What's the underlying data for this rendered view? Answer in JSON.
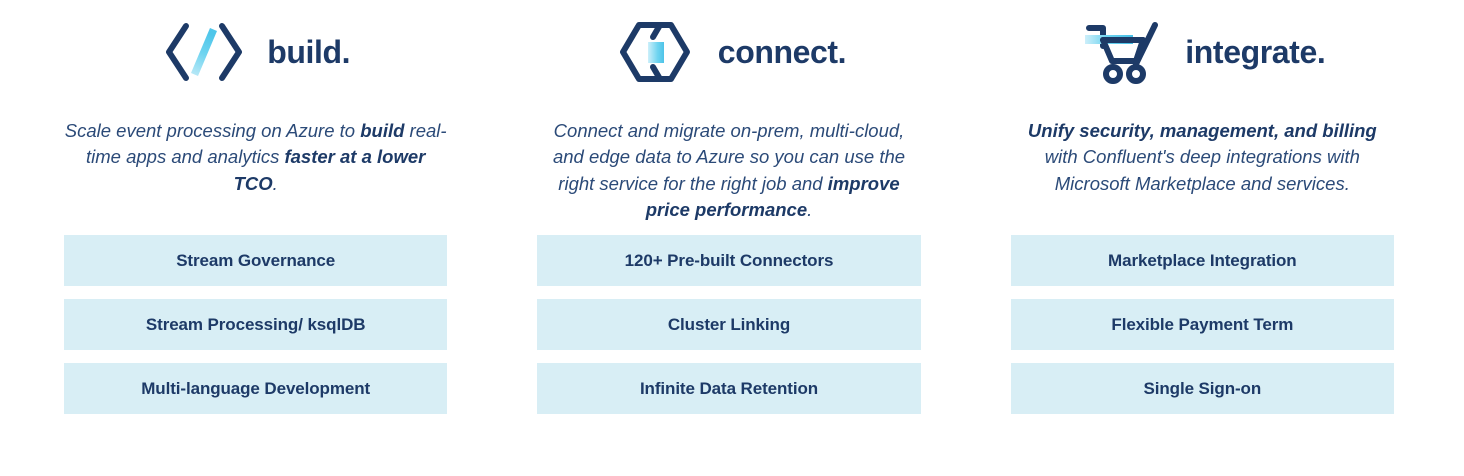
{
  "theme": {
    "ink": "#1d3a67",
    "accent_light_blue": "#6fd4f0",
    "pill_background": "#d8eef5",
    "page_background": "#ffffff"
  },
  "columns": [
    {
      "id": "build",
      "icon": "code-brackets-icon",
      "title": "build.",
      "description": {
        "parts": [
          {
            "text": "Scale event processing on Azure to ",
            "bold": false
          },
          {
            "text": "build",
            "bold": true
          },
          {
            "text": " real-time apps and analytics ",
            "bold": false
          },
          {
            "text": "faster at a lower TCO",
            "bold": true
          },
          {
            "text": ".",
            "bold": false
          }
        ]
      },
      "pills": [
        "Stream Governance",
        "Stream Processing/ ksqlDB",
        "Multi-language Development"
      ]
    },
    {
      "id": "connect",
      "icon": "hexagon-connector-icon",
      "title": "connect.",
      "description": {
        "parts": [
          {
            "text": "Connect and migrate on-prem, multi-cloud, and edge data to Azure so you can use the right service for the right job and ",
            "bold": false
          },
          {
            "text": "improve price performance",
            "bold": true
          },
          {
            "text": ".",
            "bold": false
          }
        ]
      },
      "pills": [
        "120+ Pre-built Connectors",
        "Cluster Linking",
        "Infinite Data Retention"
      ]
    },
    {
      "id": "integrate",
      "icon": "shopping-cart-icon",
      "title": "integrate.",
      "description": {
        "parts": [
          {
            "text": "Unify security, management, and billing",
            "bold": true
          },
          {
            "text": " with Confluent's deep integrations with Microsoft Marketplace and services.",
            "bold": false
          }
        ]
      },
      "pills": [
        "Marketplace Integration",
        "Flexible Payment Term",
        "Single Sign-on"
      ]
    }
  ]
}
